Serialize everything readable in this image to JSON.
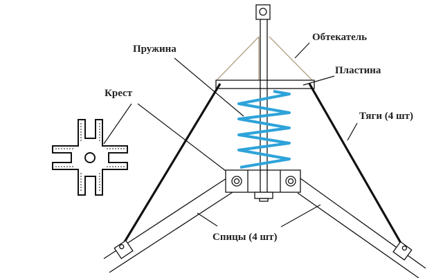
{
  "labels": {
    "spring": "Пружина",
    "fairing": "Обтекатель",
    "plate": "Пластина",
    "cross": "Крест",
    "rods": "Тяги (4 шт)",
    "spokes": "Спицы (4 шт)"
  },
  "colors": {
    "spring": "#2ea3d9",
    "fairing": "#b8a890",
    "lines": "#111111"
  }
}
